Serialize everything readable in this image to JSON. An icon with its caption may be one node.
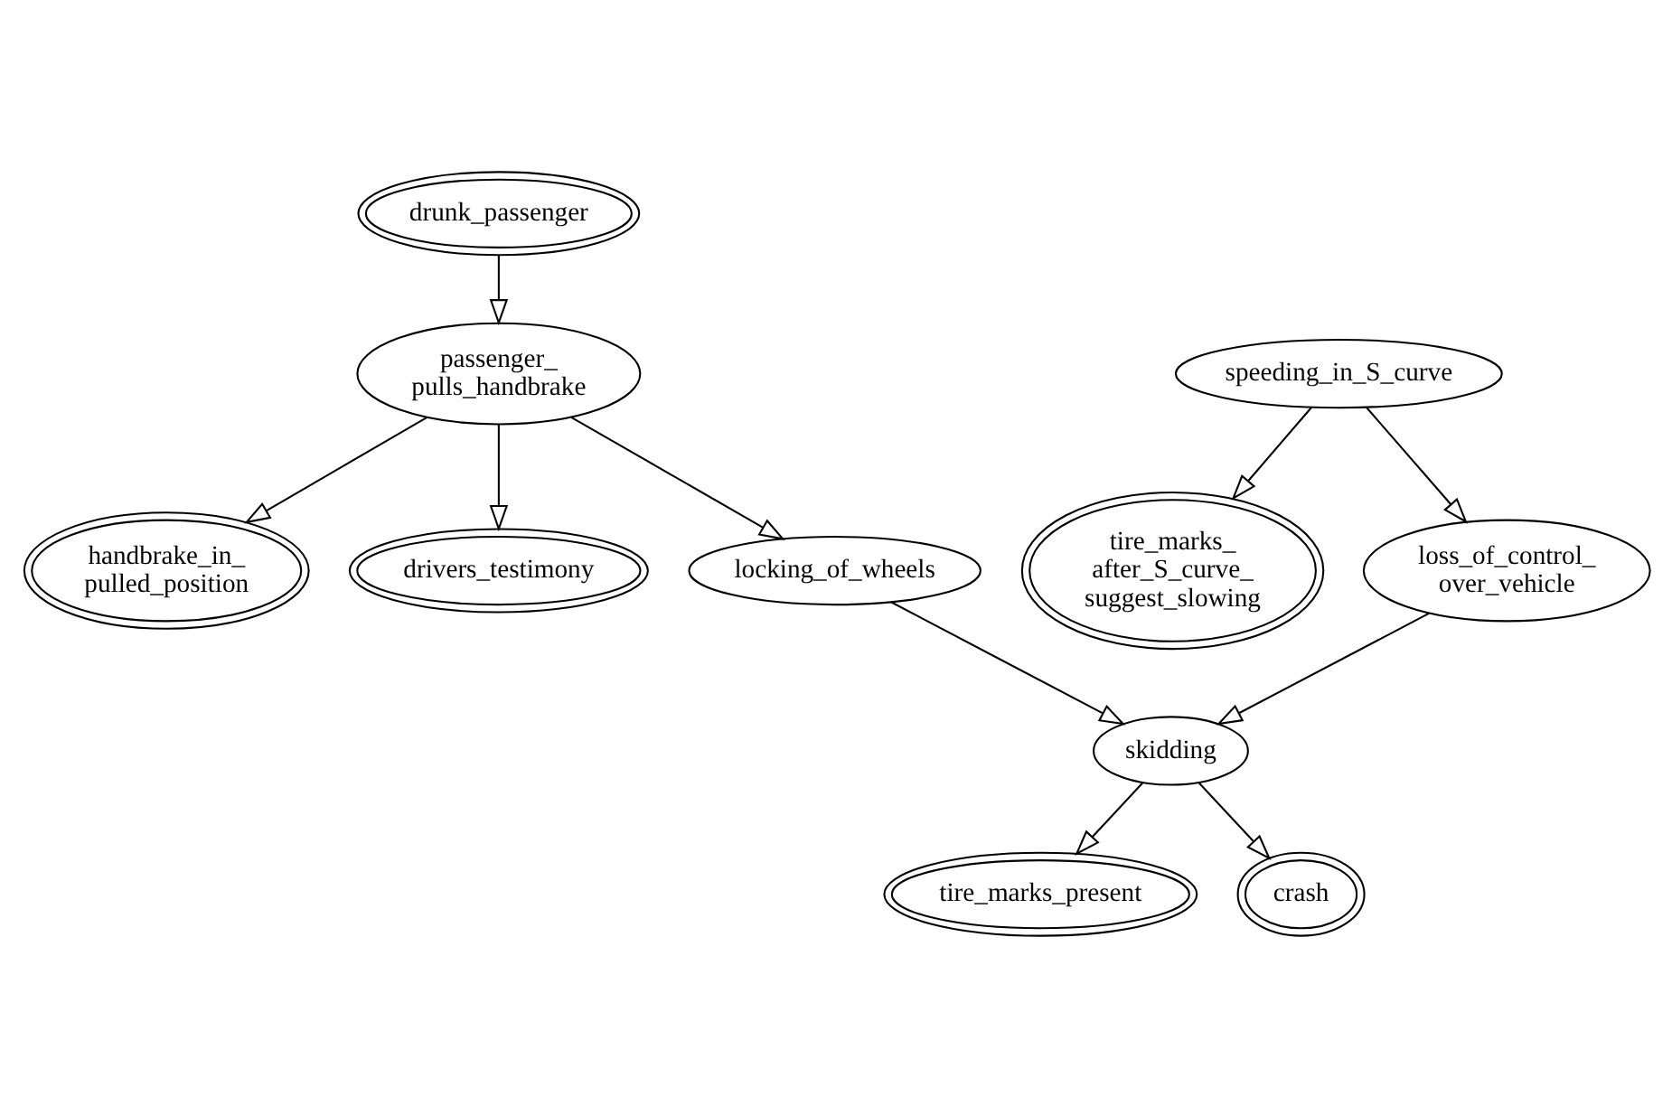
{
  "diagram": {
    "nodes": [
      {
        "text": [
          "drunk_passenger"
        ]
      },
      {
        "text": [
          "passenger_ pulls_handbrake"
        ]
      },
      {
        "text": [
          "speeding_in_S_curve"
        ]
      },
      {
        "text": [
          "tire_marks_ after_S_curve_ suggest_slowing"
        ]
      },
      {
        "text": [
          "handbrake_in_ pulled_position"
        ]
      },
      {
        "text": [
          "drivers_testimony"
        ]
      },
      {
        "text": [
          "loss_of_control_ over_vehicle"
        ]
      },
      {
        "text": [
          "locking_of_wheels"
        ]
      },
      {
        "text": [
          "skidding"
        ]
      },
      {
        "text": [
          "tire_marks_present"
        ]
      },
      {
        "text": [
          "crash"
        ]
      }
    ],
    "edges": [
      {
        "from": 0,
        "to": 1,
        "arrow": "to"
      },
      {
        "from": 2,
        "to": 3,
        "arrow": "to"
      },
      {
        "from": 2,
        "to": 6,
        "arrow": "to"
      },
      {
        "from": 1,
        "to": 4,
        "arrow": "to"
      },
      {
        "from": 1,
        "to": 5,
        "arrow": "to"
      },
      {
        "from": 1,
        "to": 7,
        "arrow": "to"
      },
      {
        "from": 6,
        "to": 8,
        "arrow": "to"
      },
      {
        "from": 7,
        "to": 8,
        "arrow": "to"
      },
      {
        "from": 8,
        "to": 9,
        "arrow": "to"
      },
      {
        "from": 8,
        "to": 10,
        "arrow": "to"
      }
    ]
  }
}
